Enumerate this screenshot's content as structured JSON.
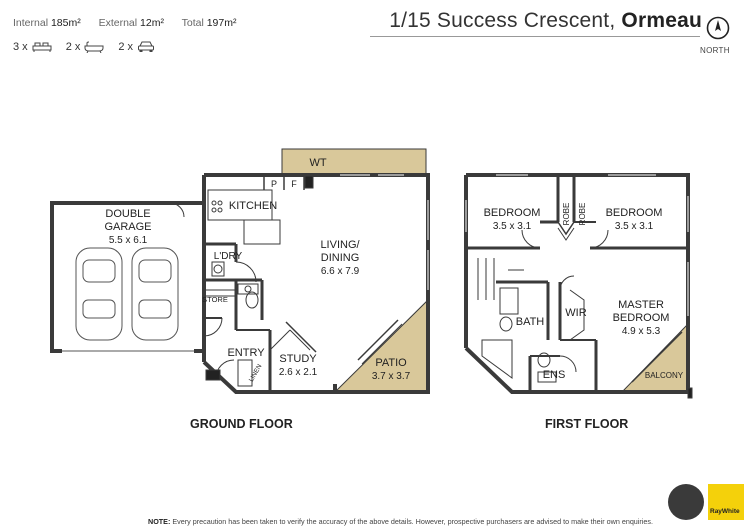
{
  "header": {
    "internal_label": "Internal",
    "internal_value": "185m²",
    "external_label": "External",
    "external_value": "12m²",
    "total_label": "Total",
    "total_value": "197m²",
    "address_street": "1/15 Success Crescent,",
    "address_suburb": "Ormeau",
    "north_label": "NORTH",
    "counts": [
      {
        "count": "3 x",
        "icon": "bed-icon"
      },
      {
        "count": "2 x",
        "icon": "bath-icon"
      },
      {
        "count": "2 x",
        "icon": "car-icon"
      }
    ]
  },
  "ground_floor": {
    "title": "GROUND FLOOR",
    "rooms": {
      "garage_name_1": "DOUBLE",
      "garage_name_2": "GARAGE",
      "garage_size": "5.5 x 6.1",
      "kitchen": "KITCHEN",
      "pantry": "P",
      "fridge": "F",
      "wt": "WT",
      "living_1": "LIVING/",
      "living_2": "DINING",
      "living_size": "6.6 x 7.9",
      "laundry": "L'DRY",
      "store": "STORE",
      "entry": "ENTRY",
      "linen": "LINEN",
      "study": "STUDY",
      "study_size": "2.6 x 2.1",
      "patio": "PATIO",
      "patio_size": "3.7 x 3.7"
    }
  },
  "first_floor": {
    "title": "FIRST FLOOR",
    "rooms": {
      "bed1": "BEDROOM",
      "bed1_size": "3.5 x 3.1",
      "robe": "ROBE",
      "bed2": "BEDROOM",
      "bed2_size": "3.5 x 3.1",
      "bath": "BATH",
      "wir": "WIR",
      "master_1": "MASTER",
      "master_2": "BEDROOM",
      "master_size": "4.9 x 5.3",
      "ens": "ENS",
      "balcony": "BALCONY"
    }
  },
  "footer": {
    "note_label": "NOTE:",
    "note_text": "Every precaution has been taken to verify the accuracy of the above details. However, prospective purchasers are advised to make their own enquiries.",
    "agency_name": "RayWhite"
  },
  "colors": {
    "wall": "#3a3a3a",
    "outdoor_fill": "#d9c89a",
    "brand_yellow": "#f4d10b"
  }
}
